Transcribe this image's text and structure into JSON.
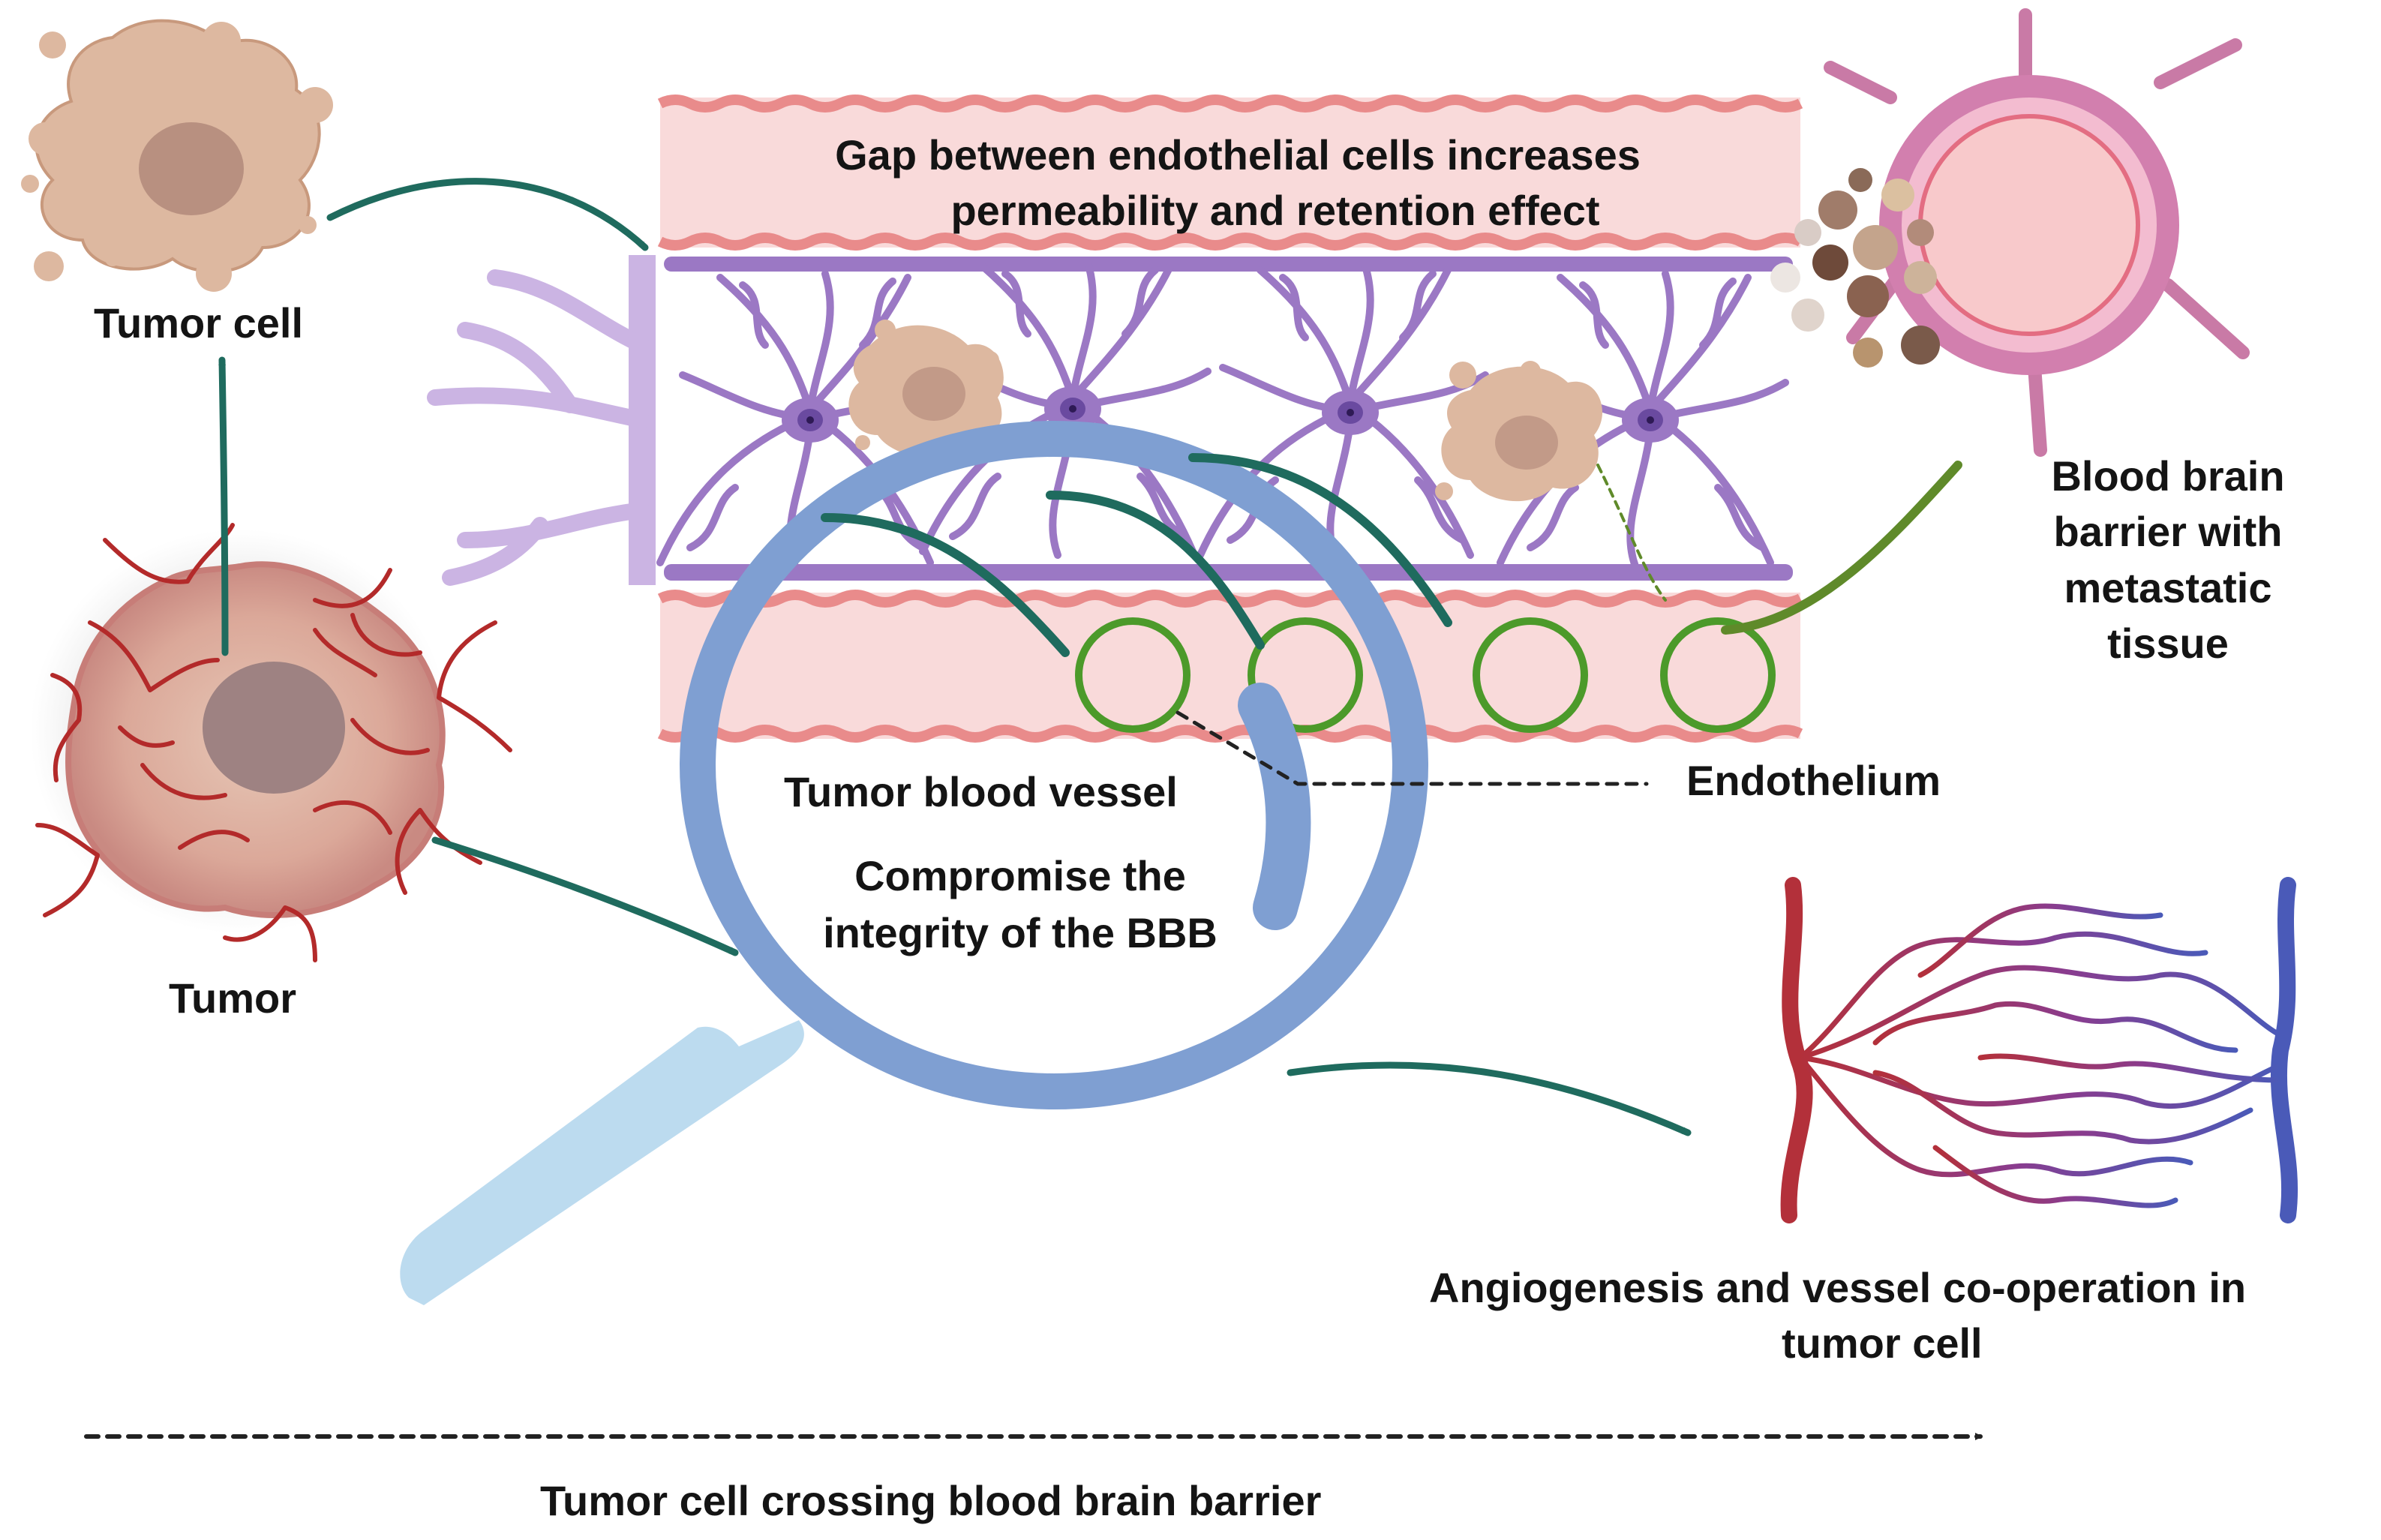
{
  "labels": {
    "tumor_cell": "Tumor cell",
    "tumor": "Tumor",
    "gap_line1": "Gap between endothelial cells increases",
    "gap_line2": "permeability and retention effect",
    "bbb_line1": "Blood brain",
    "bbb_line2": "barrier with",
    "bbb_line3": "metastatic",
    "bbb_line4": "tissue",
    "endothelium": "Endothelium",
    "tumor_blood_vessel": "Tumor blood vessel",
    "compromise_line1": "Compromise the",
    "compromise_line2": "integrity of the BBB",
    "angio_line1": "Angiogenesis  and vessel co-operation in",
    "angio_line2": "tumor cell",
    "bottom_caption": "Tumor cell crossing blood brain barrier"
  },
  "colors": {
    "arrow_teal": "#1f6b5e",
    "arrow_olive": "#5f8a2a",
    "vessel_pink": "#f9dada",
    "vessel_wall": "#e98b8b",
    "astrocyte_purple": "#9b78c4",
    "endothelium_green": "#4c9a2a",
    "magnifier_ring": "#7f9fd2",
    "magnifier_handle": "#b8d9ee",
    "tumor_red": "#b32a2a",
    "artery_red": "#b3303a",
    "vein_blue": "#4a5ab8"
  }
}
